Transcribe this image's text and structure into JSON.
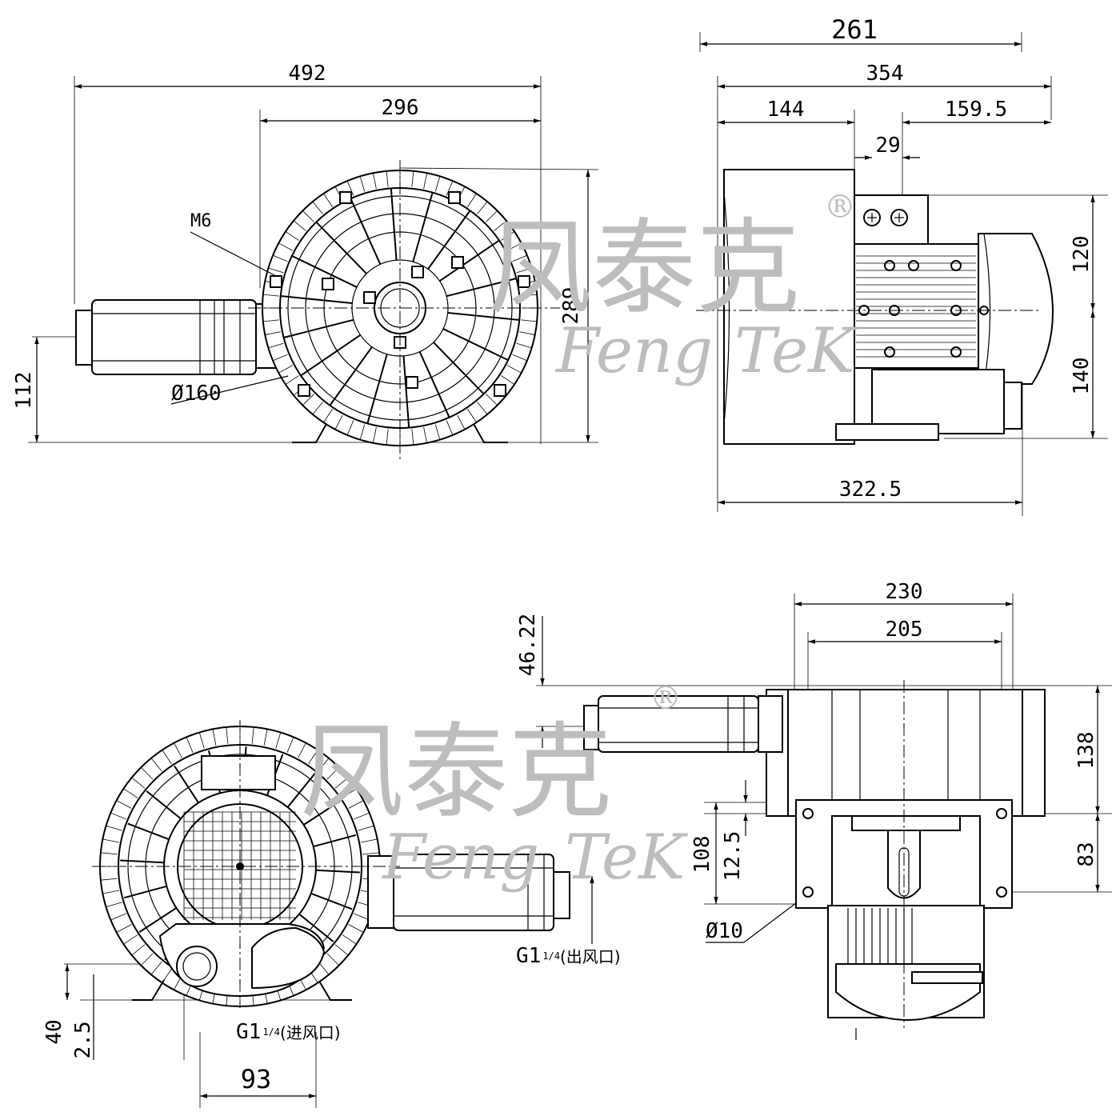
{
  "watermark": {
    "chinese": "凤泰克",
    "latin_1": "Feng",
    "latin_2": "TeK",
    "registered": "®",
    "color": "#bdbdbd"
  },
  "views": {
    "front": {
      "dims": {
        "overall_length": "492",
        "housing_width": "296",
        "overall_height": "289",
        "inlet_height": "112",
        "bolt_circle": "Ø160",
        "thread": "M6"
      }
    },
    "side": {
      "dims": {
        "top": "261",
        "overall": "354",
        "left": "144",
        "right": "159.5",
        "terminal": "29",
        "upper": "120",
        "lower": "140",
        "base": "322.5"
      }
    },
    "rear": {
      "dims": {
        "inlet_offset": "40",
        "base_offset": "2.5",
        "width": "93"
      },
      "ports": {
        "inlet": "G1",
        "inlet_frac": "1/4",
        "inlet_note": "(进风口)",
        "outlet": "G1",
        "outlet_frac": "1/4",
        "outlet_note": "(出风口)"
      }
    },
    "top": {
      "dims": {
        "outer": "230",
        "inner": "205",
        "offset": "46.22",
        "upper": "138",
        "lower": "83",
        "span": "108",
        "gap": "12.5",
        "hole": "Ø10"
      }
    }
  }
}
